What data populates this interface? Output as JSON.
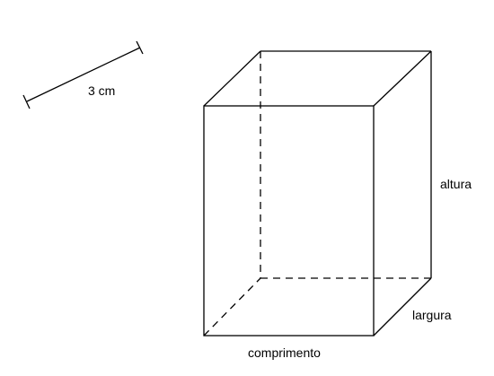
{
  "diagram": {
    "scale_label": "3 cm",
    "height_label": "altura",
    "width_label": "largura",
    "length_label": "comprimento"
  },
  "colors": {
    "line": "#000000",
    "background": "#ffffff"
  }
}
